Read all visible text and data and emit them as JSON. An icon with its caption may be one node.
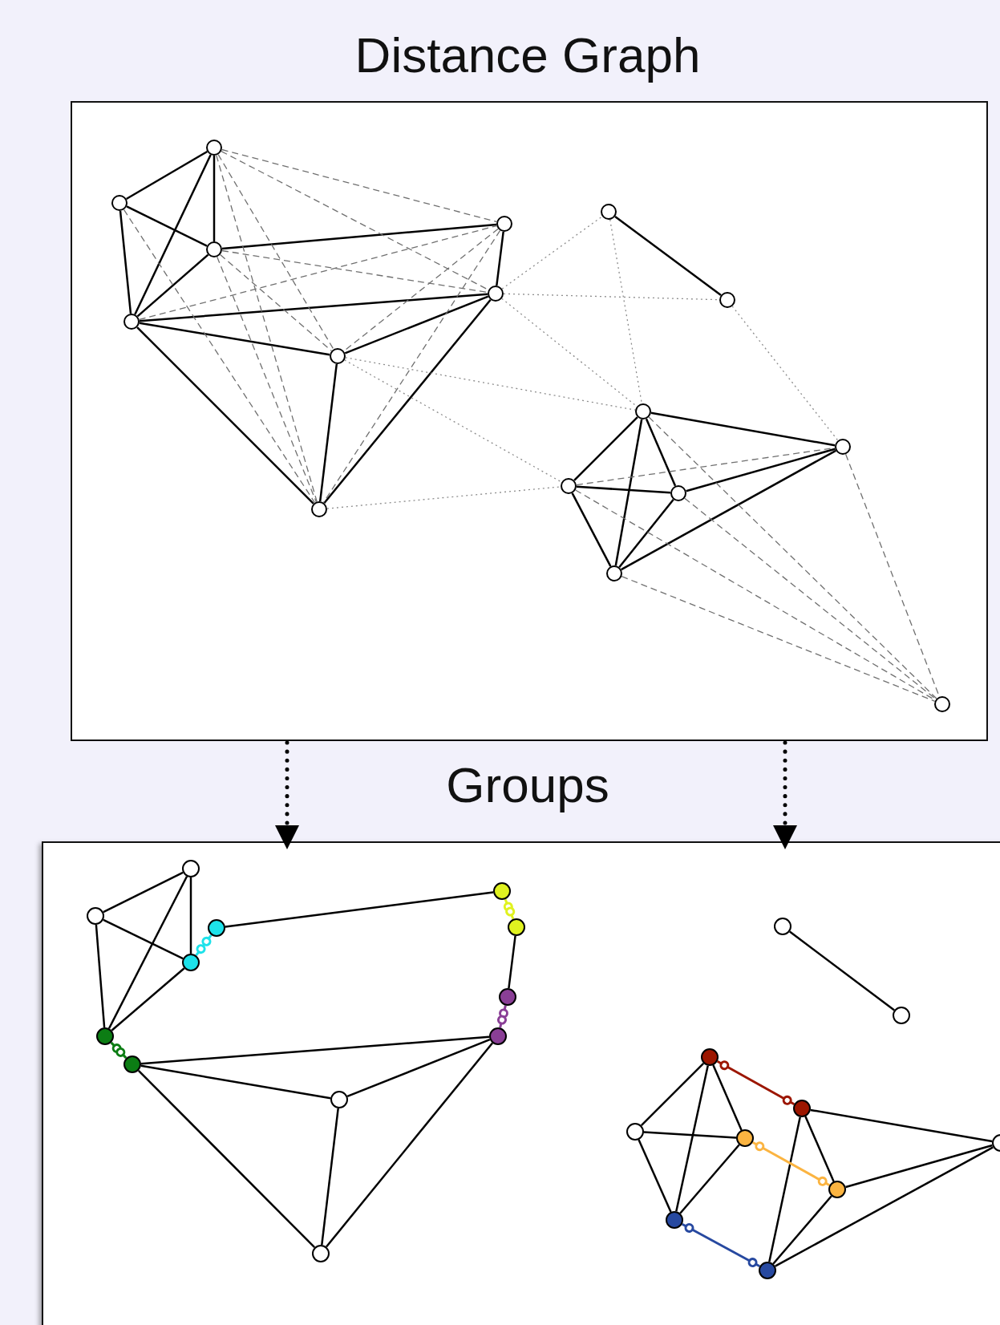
{
  "diagram": {
    "nodes": [
      {
        "text": [
          "Distance Graph"
        ]
      },
      {
        "text": [
          "Groups"
        ]
      },
      {
        "text": [],
        "shape": "circle",
        "in": 0
      },
      {
        "text": [],
        "shape": "circle",
        "in": 0
      },
      {
        "text": [],
        "shape": "circle",
        "in": 0
      },
      {
        "text": [],
        "shape": "circle",
        "in": 0
      },
      {
        "text": [],
        "shape": "circle",
        "in": 0
      },
      {
        "text": [],
        "shape": "circle",
        "in": 0
      },
      {
        "text": [],
        "shape": "circle",
        "in": 0
      },
      {
        "text": [],
        "shape": "circle",
        "in": 0
      },
      {
        "text": [],
        "shape": "circle",
        "in": 0
      },
      {
        "text": [],
        "shape": "circle",
        "in": 0
      },
      {
        "text": [],
        "shape": "circle",
        "in": 0
      },
      {
        "text": [],
        "shape": "circle",
        "in": 0
      },
      {
        "text": [],
        "shape": "circle",
        "in": 0
      },
      {
        "text": [],
        "shape": "circle",
        "in": 0
      },
      {
        "text": [],
        "shape": "circle",
        "in": 0
      },
      {
        "text": [],
        "shape": "circle",
        "in": 0
      },
      {
        "text": [],
        "shape": "circle",
        "in": 1
      },
      {
        "text": [],
        "shape": "circle",
        "in": 1
      },
      {
        "text": [],
        "shape": "circle",
        "in": 1
      },
      {
        "text": [],
        "shape": "circle",
        "in": 1
      },
      {
        "text": [],
        "shape": "circle",
        "in": 1
      },
      {
        "text": [],
        "shape": "circle",
        "in": 1
      },
      {
        "text": [],
        "shape": "circle",
        "in": 1
      },
      {
        "text": [],
        "shape": "circle",
        "in": 1
      },
      {
        "text": [],
        "shape": "circle",
        "in": 1
      },
      {
        "text": [],
        "shape": "circle",
        "in": 1
      },
      {
        "text": [],
        "shape": "circle",
        "in": 1
      },
      {
        "text": [],
        "shape": "circle",
        "in": 1
      },
      {
        "text": [],
        "shape": "circle",
        "in": 1
      },
      {
        "text": [],
        "shape": "circle",
        "in": 1
      },
      {
        "text": [],
        "shape": "circle",
        "in": 1
      },
      {
        "text": [],
        "shape": "circle",
        "in": 1
      },
      {
        "text": [],
        "shape": "circle",
        "in": 1
      },
      {
        "text": [],
        "shape": "circle",
        "in": 1
      },
      {
        "text": [],
        "shape": "circle",
        "in": 1
      },
      {
        "text": [],
        "shape": "circle",
        "in": 1
      },
      {
        "text": [],
        "shape": "circle",
        "in": 1
      },
      {
        "text": [],
        "shape": "circle",
        "in": 1
      }
    ],
    "edges": [
      {
        "from": 0,
        "to": 1,
        "arrow": "to",
        "style": "dashed"
      },
      {
        "from": 0,
        "to": 1,
        "arrow": "to",
        "style": "dashed"
      },
      {
        "from": 2,
        "to": 3,
        "arrow": "none"
      },
      {
        "from": 2,
        "to": 4,
        "arrow": "none"
      },
      {
        "from": 2,
        "to": 5,
        "arrow": "none"
      },
      {
        "from": 3,
        "to": 4,
        "arrow": "none"
      },
      {
        "from": 3,
        "to": 5,
        "arrow": "none"
      },
      {
        "from": 4,
        "to": 5,
        "arrow": "none"
      },
      {
        "from": 4,
        "to": 6,
        "arrow": "none"
      },
      {
        "from": 6,
        "to": 7,
        "arrow": "none"
      },
      {
        "from": 5,
        "to": 7,
        "arrow": "none"
      },
      {
        "from": 5,
        "to": 8,
        "arrow": "none"
      },
      {
        "from": 5,
        "to": 9,
        "arrow": "none"
      },
      {
        "from": 7,
        "to": 8,
        "arrow": "none"
      },
      {
        "from": 8,
        "to": 9,
        "arrow": "none"
      },
      {
        "from": 7,
        "to": 9,
        "arrow": "none"
      },
      {
        "from": 10,
        "to": 11,
        "arrow": "none"
      },
      {
        "from": 12,
        "to": 14,
        "arrow": "none"
      },
      {
        "from": 12,
        "to": 16,
        "arrow": "none"
      },
      {
        "from": 12,
        "to": 15,
        "arrow": "none"
      },
      {
        "from": 12,
        "to": 13,
        "arrow": "none"
      },
      {
        "from": 14,
        "to": 15,
        "arrow": "none"
      },
      {
        "from": 14,
        "to": 16,
        "arrow": "none"
      },
      {
        "from": 15,
        "to": 16,
        "arrow": "none"
      },
      {
        "from": 15,
        "to": 13,
        "arrow": "none"
      },
      {
        "from": 16,
        "to": 13,
        "arrow": "none"
      },
      {
        "from": 2,
        "to": 6,
        "arrow": "none",
        "style": "dashed",
        "color": "#707070"
      },
      {
        "from": 2,
        "to": 7,
        "arrow": "none",
        "style": "dashed",
        "color": "#707070"
      },
      {
        "from": 2,
        "to": 8,
        "arrow": "none",
        "style": "dashed",
        "color": "#707070"
      },
      {
        "from": 2,
        "to": 9,
        "arrow": "none",
        "style": "dashed",
        "color": "#707070"
      },
      {
        "from": 3,
        "to": 9,
        "arrow": "none",
        "style": "dashed",
        "color": "#707070"
      },
      {
        "from": 4,
        "to": 7,
        "arrow": "none",
        "style": "dashed",
        "color": "#707070"
      },
      {
        "from": 4,
        "to": 8,
        "arrow": "none",
        "style": "dashed",
        "color": "#707070"
      },
      {
        "from": 4,
        "to": 9,
        "arrow": "none",
        "style": "dashed",
        "color": "#707070"
      },
      {
        "from": 5,
        "to": 6,
        "arrow": "none",
        "style": "dashed",
        "color": "#707070"
      },
      {
        "from": 6,
        "to": 8,
        "arrow": "none",
        "style": "dashed",
        "color": "#707070"
      },
      {
        "from": 6,
        "to": 9,
        "arrow": "none",
        "style": "dashed",
        "color": "#707070"
      },
      {
        "from": 14,
        "to": 13,
        "arrow": "none",
        "style": "dashed",
        "color": "#707070"
      },
      {
        "from": 12,
        "to": 17,
        "arrow": "none",
        "style": "dashed",
        "color": "#707070"
      },
      {
        "from": 13,
        "to": 17,
        "arrow": "none",
        "style": "dashed",
        "color": "#707070"
      },
      {
        "from": 14,
        "to": 17,
        "arrow": "none",
        "style": "dashed",
        "color": "#707070"
      },
      {
        "from": 15,
        "to": 17,
        "arrow": "none",
        "style": "dashed",
        "color": "#707070"
      },
      {
        "from": 16,
        "to": 17,
        "arrow": "none",
        "style": "dashed",
        "color": "#707070"
      },
      {
        "from": 7,
        "to": 10,
        "arrow": "none",
        "style": "dashed",
        "color": "#8c8c8c"
      },
      {
        "from": 7,
        "to": 11,
        "arrow": "none",
        "style": "dashed",
        "color": "#8c8c8c"
      },
      {
        "from": 7,
        "to": 12,
        "arrow": "none",
        "style": "dashed",
        "color": "#8c8c8c"
      },
      {
        "from": 8,
        "to": 12,
        "arrow": "none",
        "style": "dashed",
        "color": "#8c8c8c"
      },
      {
        "from": 8,
        "to": 14,
        "arrow": "none",
        "style": "dashed",
        "color": "#8c8c8c"
      },
      {
        "from": 9,
        "to": 14,
        "arrow": "none",
        "style": "dashed",
        "color": "#8c8c8c"
      },
      {
        "from": 10,
        "to": 12,
        "arrow": "none",
        "style": "dashed",
        "color": "#8c8c8c"
      },
      {
        "from": 11,
        "to": 13,
        "arrow": "none",
        "style": "dashed",
        "color": "#8c8c8c"
      },
      {
        "from": 18,
        "to": 19,
        "arrow": "none"
      },
      {
        "from": 18,
        "to": 21,
        "arrow": "none"
      },
      {
        "from": 18,
        "to": 26,
        "arrow": "none"
      },
      {
        "from": 19,
        "to": 21,
        "arrow": "none"
      },
      {
        "from": 19,
        "to": 26,
        "arrow": "none"
      },
      {
        "from": 21,
        "to": 26,
        "arrow": "none"
      },
      {
        "from": 20,
        "to": 22,
        "arrow": "none"
      },
      {
        "from": 23,
        "to": 24,
        "arrow": "none"
      },
      {
        "from": 27,
        "to": 25,
        "arrow": "none"
      },
      {
        "from": 27,
        "to": 28,
        "arrow": "none"
      },
      {
        "from": 27,
        "to": 29,
        "arrow": "none"
      },
      {
        "from": 28,
        "to": 25,
        "arrow": "none"
      },
      {
        "from": 28,
        "to": 29,
        "arrow": "none"
      },
      {
        "from": 25,
        "to": 29,
        "arrow": "none"
      },
      {
        "from": 30,
        "to": 31,
        "arrow": "none"
      },
      {
        "from": 32,
        "to": 34,
        "arrow": "none"
      },
      {
        "from": 32,
        "to": 38,
        "arrow": "none"
      },
      {
        "from": 32,
        "to": 35,
        "arrow": "none"
      },
      {
        "from": 34,
        "to": 35,
        "arrow": "none"
      },
      {
        "from": 34,
        "to": 38,
        "arrow": "none"
      },
      {
        "from": 35,
        "to": 38,
        "arrow": "none"
      },
      {
        "from": 33,
        "to": 39,
        "arrow": "none"
      },
      {
        "from": 33,
        "to": 36,
        "arrow": "none"
      },
      {
        "from": 33,
        "to": 37,
        "arrow": "none"
      },
      {
        "from": 36,
        "to": 37,
        "arrow": "none"
      },
      {
        "from": 36,
        "to": 39,
        "arrow": "none"
      },
      {
        "from": 39,
        "to": 37,
        "arrow": "none"
      },
      {
        "from": 20,
        "to": 21,
        "arrow": "other",
        "color": "#1de2ea"
      },
      {
        "from": 22,
        "to": 23,
        "arrow": "other",
        "color": "#e0f220"
      },
      {
        "from": 24,
        "to": 25,
        "arrow": "other",
        "color": "#8a3f96"
      },
      {
        "from": 26,
        "to": 27,
        "arrow": "other",
        "color": "#0c7d14"
      },
      {
        "from": 32,
        "to": 33,
        "arrow": "other",
        "color": "#9c1600"
      },
      {
        "from": 35,
        "to": 36,
        "arrow": "other",
        "color": "#fbb441"
      },
      {
        "from": 38,
        "to": 39,
        "arrow": "other",
        "color": "#2749a0"
      }
    ]
  }
}
